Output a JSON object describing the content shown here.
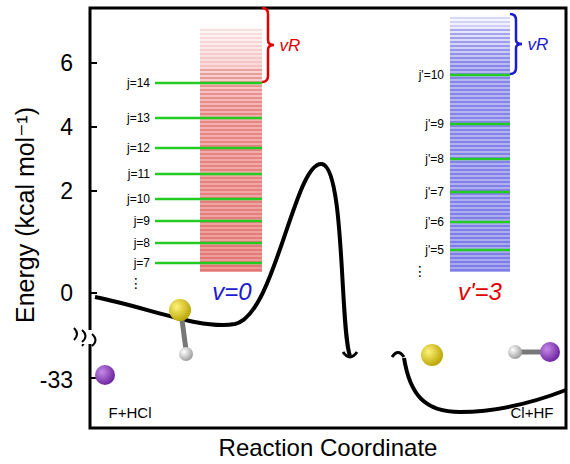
{
  "diagram": {
    "labels": [
      "Energy (kcal mol⁻¹)",
      "6",
      "4",
      "2",
      "0",
      "-33",
      "Reaction Coordinate",
      "F+HCl",
      "Cl+HF",
      "j=14",
      "j=13",
      "j=12",
      "j=11",
      "j=10",
      "j=9",
      "j=8",
      "j=7",
      "⋮",
      "v=0",
      "vR",
      "j'=10",
      "j'=9",
      "j'=8",
      "j'=7",
      "j'=6",
      "j'=5",
      "⋮",
      "v'=3",
      "vR"
    ]
  }
}
